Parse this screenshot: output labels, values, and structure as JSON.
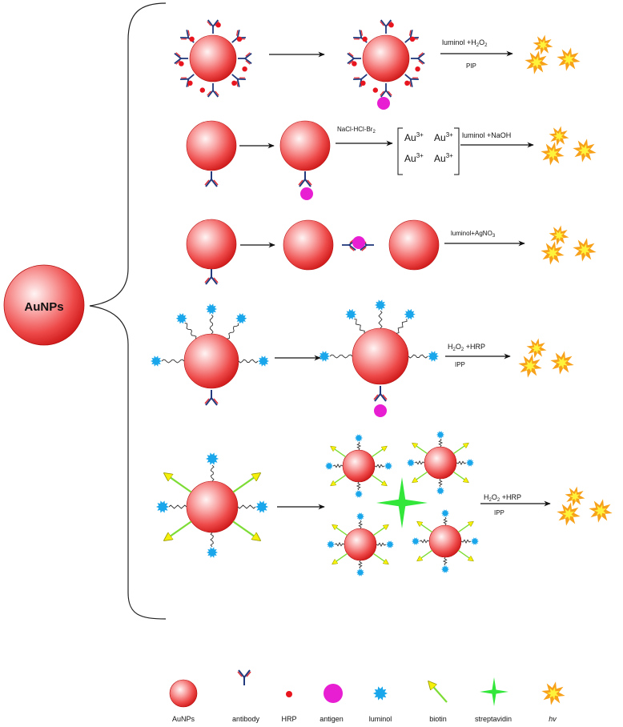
{
  "center_label": "AuNPs",
  "rows": [
    {
      "step1": "luminol +H",
      "step1_sub": "2",
      "step1_tail": "O",
      "step1_sub2": "2",
      "step2": "PIP"
    },
    {
      "reagent": "NaCl-HCl-Br",
      "reagent_sub": "2",
      "ion": "Au",
      "ion_sup": "3+",
      "step1": "luminol +NaOH"
    },
    {
      "step1": "luminol+AgNO",
      "step1_sub": "3"
    },
    {
      "step1_a": "H",
      "step1_sub": "2",
      "step1_b": "O",
      "step1_sub2": "2",
      "step1_tail": " +HRP",
      "step2": "IPP"
    },
    {
      "step1_a": "H",
      "step1_sub": "2",
      "step1_b": "O",
      "step1_sub2": "2",
      "step1_tail": " +HRP",
      "step2": "IPP"
    }
  ],
  "legend": [
    "AuNPs",
    "antibody",
    "HRP",
    "antigen",
    "luminol",
    "biotin",
    "streptavidin",
    "hv"
  ],
  "colors": {
    "sphere_light": "#fff1f1",
    "sphere_mid": "#f57878",
    "sphere_dark": "#d81818",
    "antibody_blue": "#233a7c",
    "antibody_red": "#e2343c",
    "hrp": "#e8141e",
    "antigen": "#e81ed2",
    "luminol": "#1aa6ea",
    "biotin": "#f4f00a",
    "streptavidin": "#33e63a",
    "hv_outer": "#f7a11a",
    "hv_inner": "#fff23a"
  }
}
